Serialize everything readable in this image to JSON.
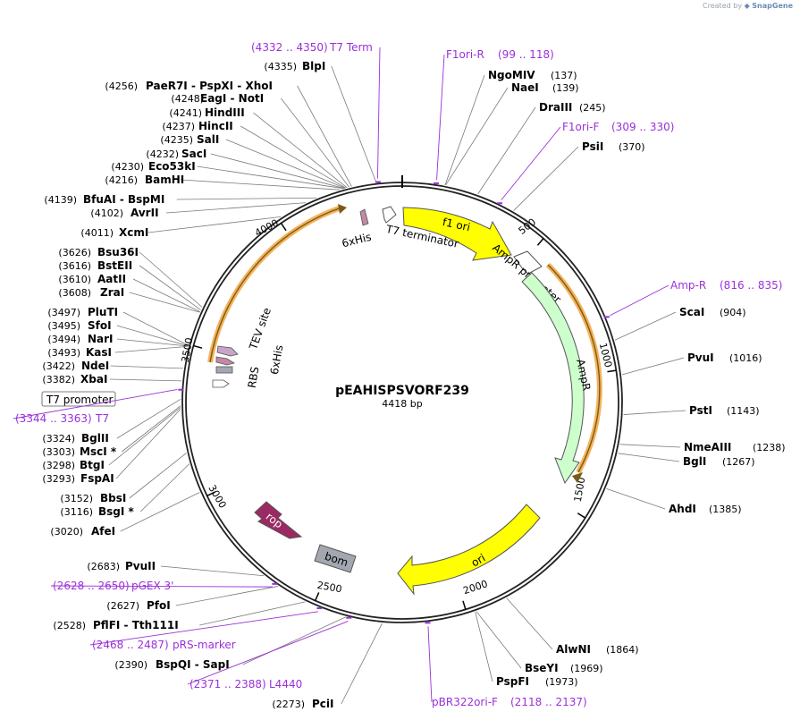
{
  "credit": {
    "prefix": "Created by",
    "brand": "SnapGene"
  },
  "plasmid": {
    "name": "pEAHISPSVORF239",
    "length_label": "4418 bp",
    "length": 4418
  },
  "colors": {
    "primer": "#9b30d9",
    "backbone": "#222222",
    "ori": "#ffff00",
    "ampr": "#ccffcc",
    "rop": "#9c2a62",
    "bom": "#a2a7b0",
    "orf": "#f3b25b"
  },
  "ticks": [
    {
      "label": "500",
      "bp": 500
    },
    {
      "label": "1000",
      "bp": 1000
    },
    {
      "label": "1500",
      "bp": 1500
    },
    {
      "label": "2000",
      "bp": 2000
    },
    {
      "label": "2500",
      "bp": 2500
    },
    {
      "label": "3000",
      "bp": 3000
    },
    {
      "label": "3500",
      "bp": 3500
    },
    {
      "label": "4000",
      "bp": 4000
    }
  ],
  "features": [
    {
      "label": "f1 ori",
      "type": "ori"
    },
    {
      "label": "AmpR promoter",
      "type": "promoter"
    },
    {
      "label": "AmpR",
      "type": "cds"
    },
    {
      "label": "ori",
      "type": "ori"
    },
    {
      "label": "bom",
      "type": "misc"
    },
    {
      "label": "rop",
      "type": "cds"
    },
    {
      "label": "6xHis",
      "type": "tag"
    },
    {
      "label": "T7 terminator",
      "type": "terminator"
    },
    {
      "label": "TEV site",
      "type": "site"
    },
    {
      "label": "6xHis",
      "type": "tag"
    },
    {
      "label": "RBS",
      "type": "rbs"
    },
    {
      "label": "T7 promoter",
      "type": "promoter"
    }
  ],
  "enzymes_right": [
    {
      "name": "NgoMIV",
      "pos": "(137)"
    },
    {
      "name": "NaeI",
      "pos": "(139)"
    },
    {
      "name": "DraIII",
      "pos": "(245)"
    },
    {
      "name": "PsiI",
      "pos": "(370)"
    },
    {
      "name": "ScaI",
      "pos": "(904)"
    },
    {
      "name": "PvuI",
      "pos": "(1016)"
    },
    {
      "name": "PstI",
      "pos": "(1143)"
    },
    {
      "name": "NmeAIII",
      "pos": "(1238)"
    },
    {
      "name": "BglI",
      "pos": "(1267)"
    },
    {
      "name": "AhdI",
      "pos": "(1385)"
    },
    {
      "name": "AlwNI",
      "pos": "(1864)"
    },
    {
      "name": "BseYI",
      "pos": "(1969)"
    },
    {
      "name": "PspFI",
      "pos": "(1973)"
    }
  ],
  "enzymes_left": [
    {
      "pos": "(4335)",
      "name": "BlpI"
    },
    {
      "pos": "(4256)",
      "name": "PaeR7I  - PspXI  - XhoI"
    },
    {
      "pos": "(4248)",
      "name": "EagI  - NotI"
    },
    {
      "pos": "(4241)",
      "name": "HindIII"
    },
    {
      "pos": "(4237)",
      "name": "HincII"
    },
    {
      "pos": "(4235)",
      "name": "SalI"
    },
    {
      "pos": "(4232)",
      "name": "SacI"
    },
    {
      "pos": "(4230)",
      "name": "Eco53kI"
    },
    {
      "pos": "(4216)",
      "name": "BamHI"
    },
    {
      "pos": "(4139)",
      "name": "BfuAI  - BspMI"
    },
    {
      "pos": "(4102)",
      "name": "AvrII"
    },
    {
      "pos": "(4011)",
      "name": "XcmI"
    },
    {
      "pos": "(3626)",
      "name": "Bsu36I"
    },
    {
      "pos": "(3616)",
      "name": "BstEII"
    },
    {
      "pos": "(3610)",
      "name": "AatII"
    },
    {
      "pos": "(3608)",
      "name": "ZraI"
    },
    {
      "pos": "(3497)",
      "name": "PluTI"
    },
    {
      "pos": "(3495)",
      "name": "SfoI"
    },
    {
      "pos": "(3494)",
      "name": "NarI"
    },
    {
      "pos": "(3493)",
      "name": "KasI"
    },
    {
      "pos": "(3422)",
      "name": "NdeI"
    },
    {
      "pos": "(3382)",
      "name": "XbaI"
    },
    {
      "pos": "(3324)",
      "name": "BglII"
    },
    {
      "pos": "(3303)",
      "name": "MscI *"
    },
    {
      "pos": "(3298)",
      "name": "BtgI"
    },
    {
      "pos": "(3293)",
      "name": "FspAI"
    },
    {
      "pos": "(3152)",
      "name": "BbsI"
    },
    {
      "pos": "(3116)",
      "name": "BsgI *"
    },
    {
      "pos": "(3020)",
      "name": "AfeI"
    },
    {
      "pos": "(2683)",
      "name": "PvuII"
    },
    {
      "pos": "(2627)",
      "name": "PfoI"
    },
    {
      "pos": "(2528)",
      "name": "PflFI  - Tth111I"
    },
    {
      "pos": "(2390)",
      "name": "BspQI  - SapI"
    },
    {
      "pos": "(2273)",
      "name": "PciI"
    }
  ],
  "primers": [
    {
      "range": "(4332 .. 4350)",
      "name": "T7 Term"
    },
    {
      "name": "F1ori-R",
      "range": "(99 .. 118)"
    },
    {
      "name": "F1ori-F",
      "range": "(309 .. 330)"
    },
    {
      "name": "Amp-R",
      "range": "(816 .. 835)"
    },
    {
      "range": "(3344 .. 3363)",
      "name": "T7"
    },
    {
      "range": "(2628 .. 2650)",
      "name": "pGEX 3'"
    },
    {
      "range": "(2468 .. 2487)",
      "name": "pRS-marker"
    },
    {
      "range": "(2371 .. 2388)",
      "name": "L4440"
    },
    {
      "name": "pBR322ori-F",
      "range": "(2118 .. 2137)"
    }
  ]
}
